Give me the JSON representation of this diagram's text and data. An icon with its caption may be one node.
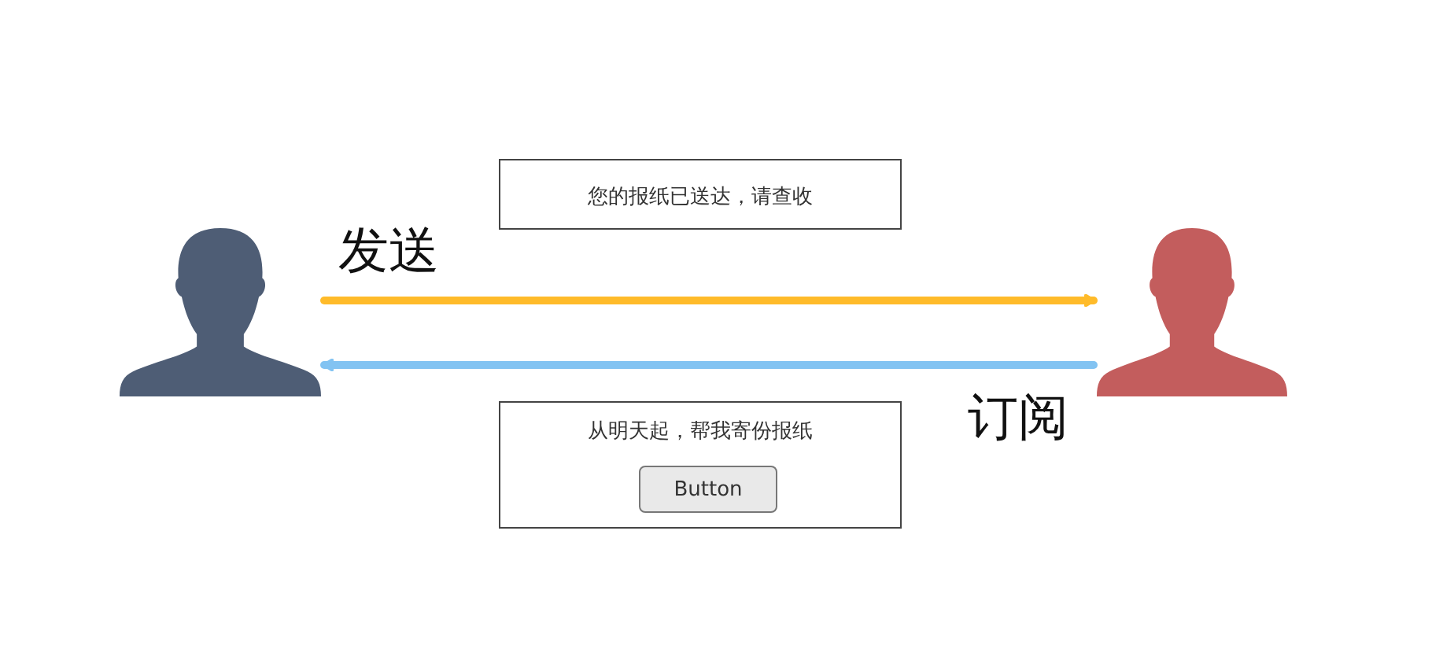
{
  "diagram": {
    "nodes": [
      {
        "text": [],
        "shape": "person"
      },
      {
        "text": [],
        "shape": "person"
      },
      {
        "text": [
          "您的报纸已送达，请查收"
        ]
      },
      {
        "text": [
          "从明天起，帮我寄份报纸"
        ]
      },
      {
        "text": [
          "Button"
        ],
        "in": 3
      }
    ],
    "edges": [
      {
        "from": 0,
        "to": 1,
        "arrow": "to",
        "label": "发送",
        "color": "#ffbb2a"
      },
      {
        "from": 1,
        "to": 0,
        "arrow": "to",
        "label": "订阅",
        "color": "#82c3f2"
      }
    ]
  }
}
